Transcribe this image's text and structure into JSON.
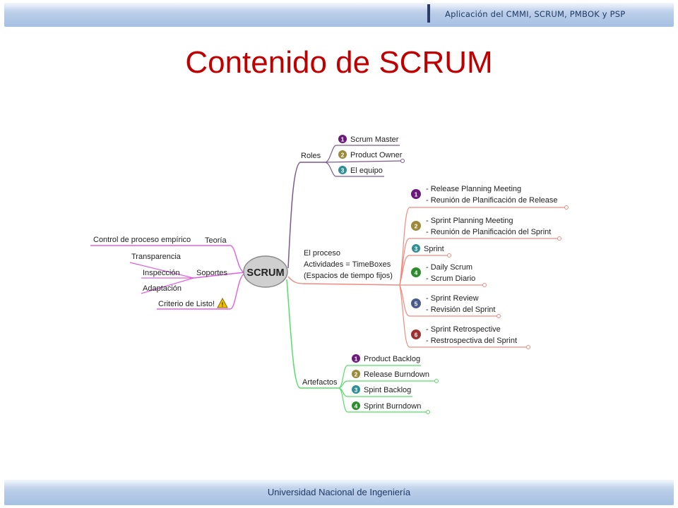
{
  "header": {
    "course_label": "Aplicación del CMMI, SCRUM, PMBOK y PSP"
  },
  "slide": {
    "title": "Contenido de SCRUM"
  },
  "footer": {
    "university": "Universidad Nacional de Ingeniería"
  },
  "mindmap": {
    "root": "SCRUM",
    "left": {
      "teoria": {
        "label": "Teoría",
        "child": "Control de proceso empírico"
      },
      "soportes": {
        "label": "Soportes",
        "children": [
          "Transparencia",
          "Inspección",
          "Adaptación"
        ]
      },
      "criterio": {
        "label": "Criterio de Listo!"
      }
    },
    "roles": {
      "label": "Roles",
      "items": [
        {
          "num": "1",
          "text": "Scrum Master"
        },
        {
          "num": "2",
          "text": "Product Owner"
        },
        {
          "num": "3",
          "text": "El equipo"
        }
      ]
    },
    "proceso": {
      "lines": [
        "El proceso",
        "Actividades = TimeBoxes",
        "(Espacios de tiempo fijos)"
      ],
      "items": [
        {
          "num": "1",
          "lines": [
            "- Release Planning Meeting",
            "- Reunión de Planificación de Release"
          ]
        },
        {
          "num": "2",
          "lines": [
            "- Sprint Planning Meeting",
            "- Reunión de Planificación del Sprint"
          ]
        },
        {
          "num": "3",
          "lines": [
            "Sprint"
          ]
        },
        {
          "num": "4",
          "lines": [
            "- Daily Scrum",
            "- Scrum Diario"
          ]
        },
        {
          "num": "5",
          "lines": [
            "- Sprint Review",
            "- Revisión del Sprint"
          ]
        },
        {
          "num": "6",
          "lines": [
            "- Sprint Retrospective",
            "- Restrospectiva del Sprint"
          ]
        }
      ]
    },
    "artefactos": {
      "label": "Artefactos",
      "items": [
        {
          "num": "1",
          "text": "Product Backlog"
        },
        {
          "num": "2",
          "text": "Release Burndown"
        },
        {
          "num": "3",
          "text": "Spint Backlog"
        },
        {
          "num": "4",
          "text": "Sprint Burndown"
        }
      ]
    },
    "colors": {
      "roles": "#7a5a8c",
      "proceso": "#f08a80",
      "artefactos": "#55dd66",
      "left": "#e060e0",
      "badge1": "#6a1b7a",
      "badge2": "#9a8a3a",
      "badge3": "#2f8f95",
      "badge4": "#2e8b2e",
      "badge5": "#4a5a8a",
      "badge6": "#a03030",
      "warning": "#f0c000"
    }
  }
}
